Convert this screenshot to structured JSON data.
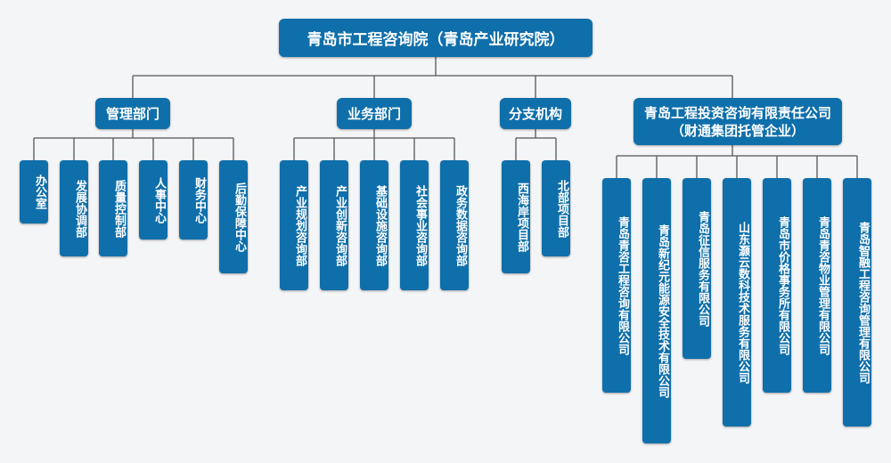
{
  "root": {
    "label": "青岛市工程咨询院（青岛产业研究院）"
  },
  "groups": [
    {
      "label": "管理部门",
      "children": [
        "办公室",
        "发展协调部",
        "质量控制部",
        "人事中心",
        "财务中心",
        "后勤保障中心"
      ]
    },
    {
      "label": "业务部门",
      "children": [
        "产业规划咨询部",
        "产业创新咨询部",
        "基础设施咨询部",
        "社会事业咨询部",
        "政务数据咨询部"
      ]
    },
    {
      "label": "分支机构",
      "children": [
        "西海岸项目部",
        "北部项目部"
      ]
    },
    {
      "label": "青岛工程投资咨询有限责任公司",
      "sublabel": "（财通集团托管企业）",
      "children": [
        "青岛青咨工程咨询有限公司",
        "青岛新纪元能源安全技术有限公司",
        "青岛征信服务有限公司",
        "山东灏云数科技术服务有限公司",
        "青岛市价格事务所有限公司",
        "青岛青咨物业管理有限公司",
        "青岛智融工程咨询管理有限公司"
      ]
    }
  ],
  "colors": {
    "box": "#0f6fab",
    "line": "#555555",
    "background": "#f4f5f6"
  }
}
